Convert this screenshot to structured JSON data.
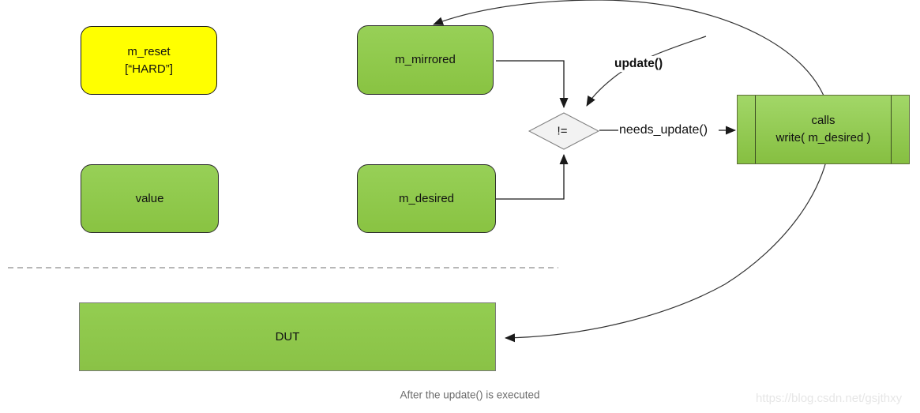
{
  "colors": {
    "node_green": "#8dc84a",
    "node_green_light": "#9ed46a",
    "node_yellow": "#ffff00",
    "diamond_fill": "#f2f2f2",
    "line": "#1a1a1a",
    "caption_gray": "#6b6b6b",
    "watermark_gray": "#e6e6e6"
  },
  "nodes": {
    "m_reset": {
      "line1": "m_reset",
      "line2": "[“HARD”]"
    },
    "m_mirrored": {
      "label": "m_mirrored"
    },
    "value": {
      "label": "value"
    },
    "m_desired": {
      "label": "m_desired"
    },
    "dut": {
      "label": "DUT"
    },
    "calls": {
      "line1": "calls",
      "line2": "write( m_desired )"
    }
  },
  "decision": {
    "label": "!="
  },
  "annotations": {
    "update": "update()",
    "needs_update": "needs_update()"
  },
  "caption": "After the update() is executed",
  "watermark": "https://blog.csdn.net/gsjthxy"
}
